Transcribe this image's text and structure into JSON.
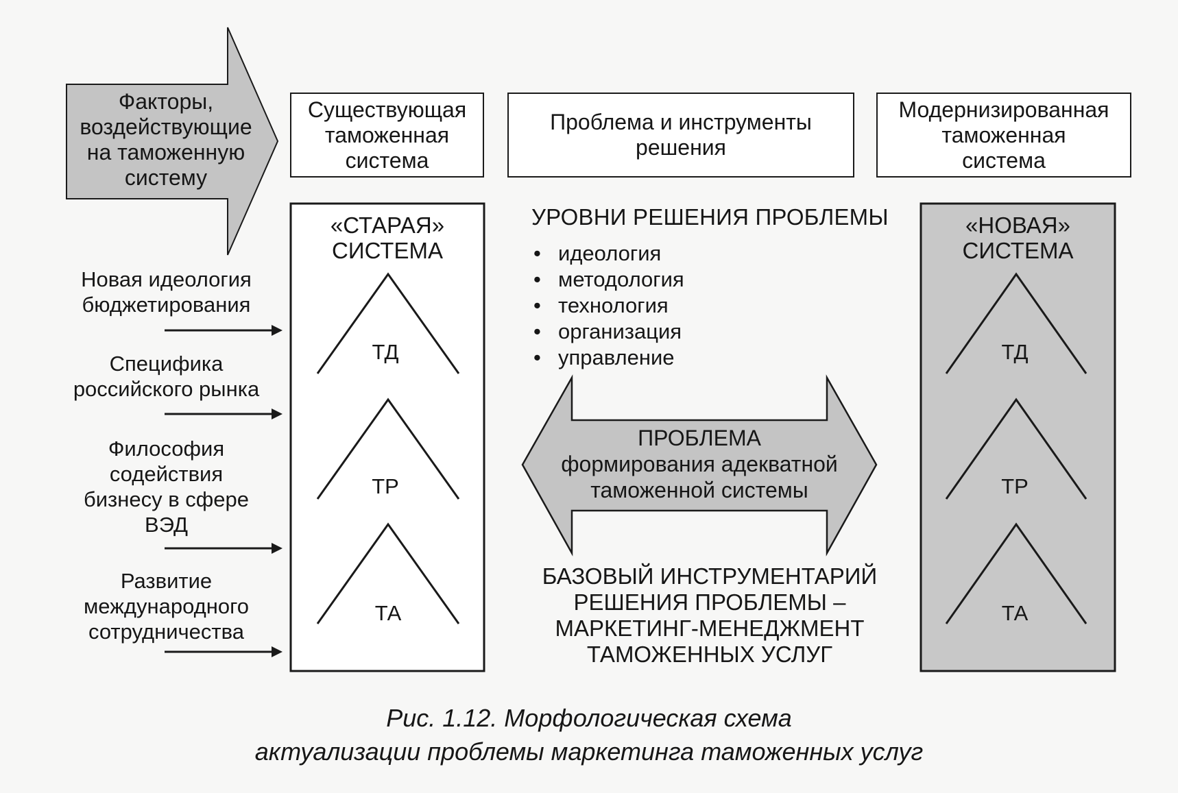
{
  "headers": {
    "existing": "Существующая\nтаможенная\nсистема",
    "problem": "Проблема  и инструменты\nрешения",
    "modern": "Модернизированная\nтаможенная\nсистема"
  },
  "factors_arrow_label": "Факторы,\nвоздействующие\nна таможенную\nсистему",
  "factors": [
    "Новая идеология\nбюджетирования",
    "Специфика\nроссийского рынка",
    "Философия\nсодействия\nбизнесу в сфере\nВЭД",
    "Развитие\nмеждународного\nсотрудничества"
  ],
  "old_system": {
    "title": "«СТАРАЯ»\nСИСТЕМА",
    "levels": [
      "ТД",
      "ТР",
      "ТА"
    ]
  },
  "new_system": {
    "title": "«НОВАЯ»\nСИСТЕМА",
    "levels": [
      "ТД",
      "ТР",
      "ТА"
    ]
  },
  "levels_block": {
    "title": "УРОВНИ РЕШЕНИЯ ПРОБЛЕМЫ",
    "items": [
      "идеология",
      "методология",
      "технология",
      "организация",
      "управление"
    ]
  },
  "problem_arrow_text": "ПРОБЛЕМА\nформирования адекватной\nтаможенной системы",
  "base_tools": "БАЗОВЫЙ ИНСТРУМЕНТАРИЙ\nРЕШЕНИЯ ПРОБЛЕМЫ –\nМАРКЕТИНГ-МЕНЕДЖМЕНТ\nТАМОЖЕННЫХ УСЛУГ",
  "caption": {
    "line1": "Рис. 1.12. Морфологическая схема",
    "line2": "актуализации проблемы маркетинга таможенных услуг"
  },
  "colors": {
    "arrow_fill": "#c4c4c4",
    "new_system_fill": "#c8c8c8",
    "line": "#1a1a1a"
  }
}
